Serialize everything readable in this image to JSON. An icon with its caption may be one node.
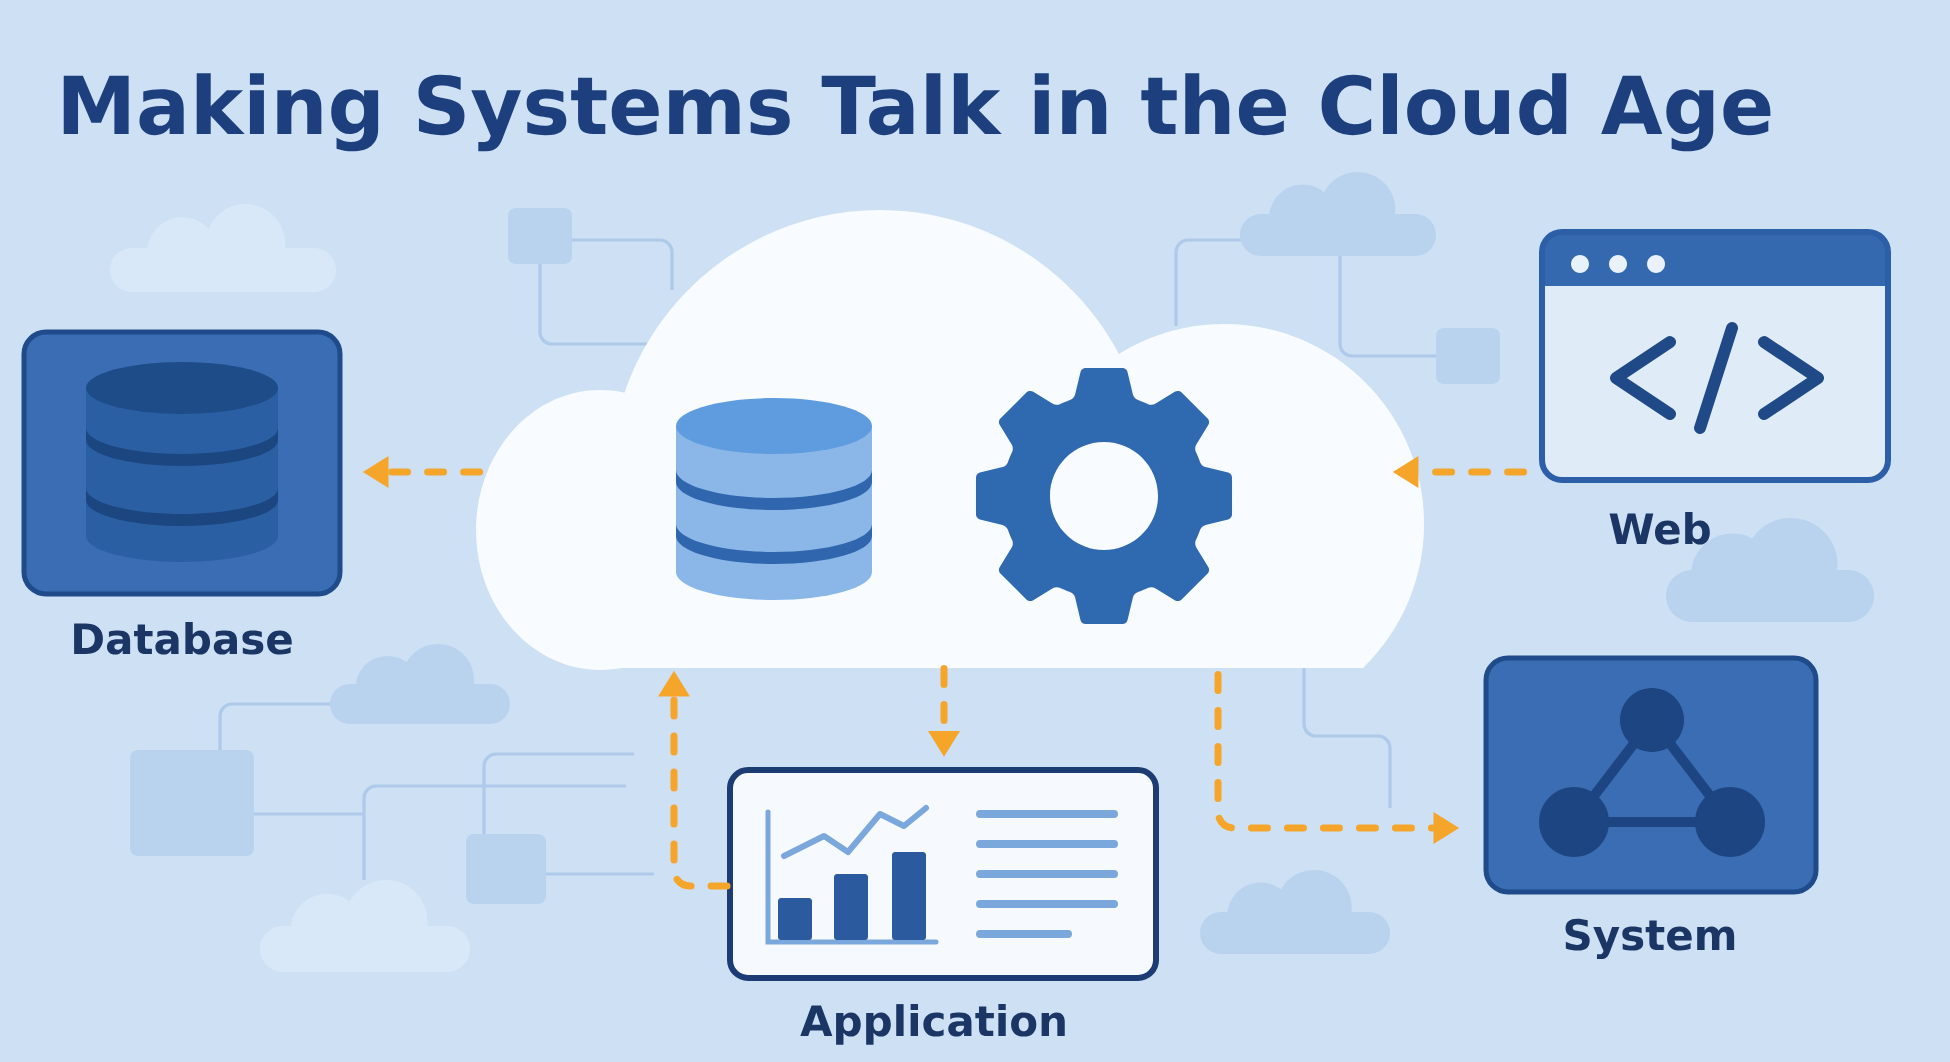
{
  "diagram": {
    "title": "Making Systems Talk in the Cloud Age",
    "nodes": [
      {
        "text": [],
        "shape": "cloud"
      },
      {
        "text": [
          "Database"
        ]
      },
      {
        "text": [
          "Web"
        ]
      },
      {
        "text": [
          "System"
        ]
      },
      {
        "text": [
          "Application"
        ]
      }
    ],
    "edges": [
      {
        "from": 0,
        "to": 1,
        "arrow": "to",
        "style": "dashed"
      },
      {
        "from": 2,
        "to": 0,
        "arrow": "to",
        "style": "dashed"
      },
      {
        "from": 0,
        "to": 3,
        "arrow": "to",
        "style": "dashed"
      },
      {
        "from": 0,
        "to": 4,
        "arrow": "to",
        "style": "dashed"
      },
      {
        "from": 4,
        "to": 0,
        "arrow": "to",
        "style": "dashed"
      }
    ]
  }
}
